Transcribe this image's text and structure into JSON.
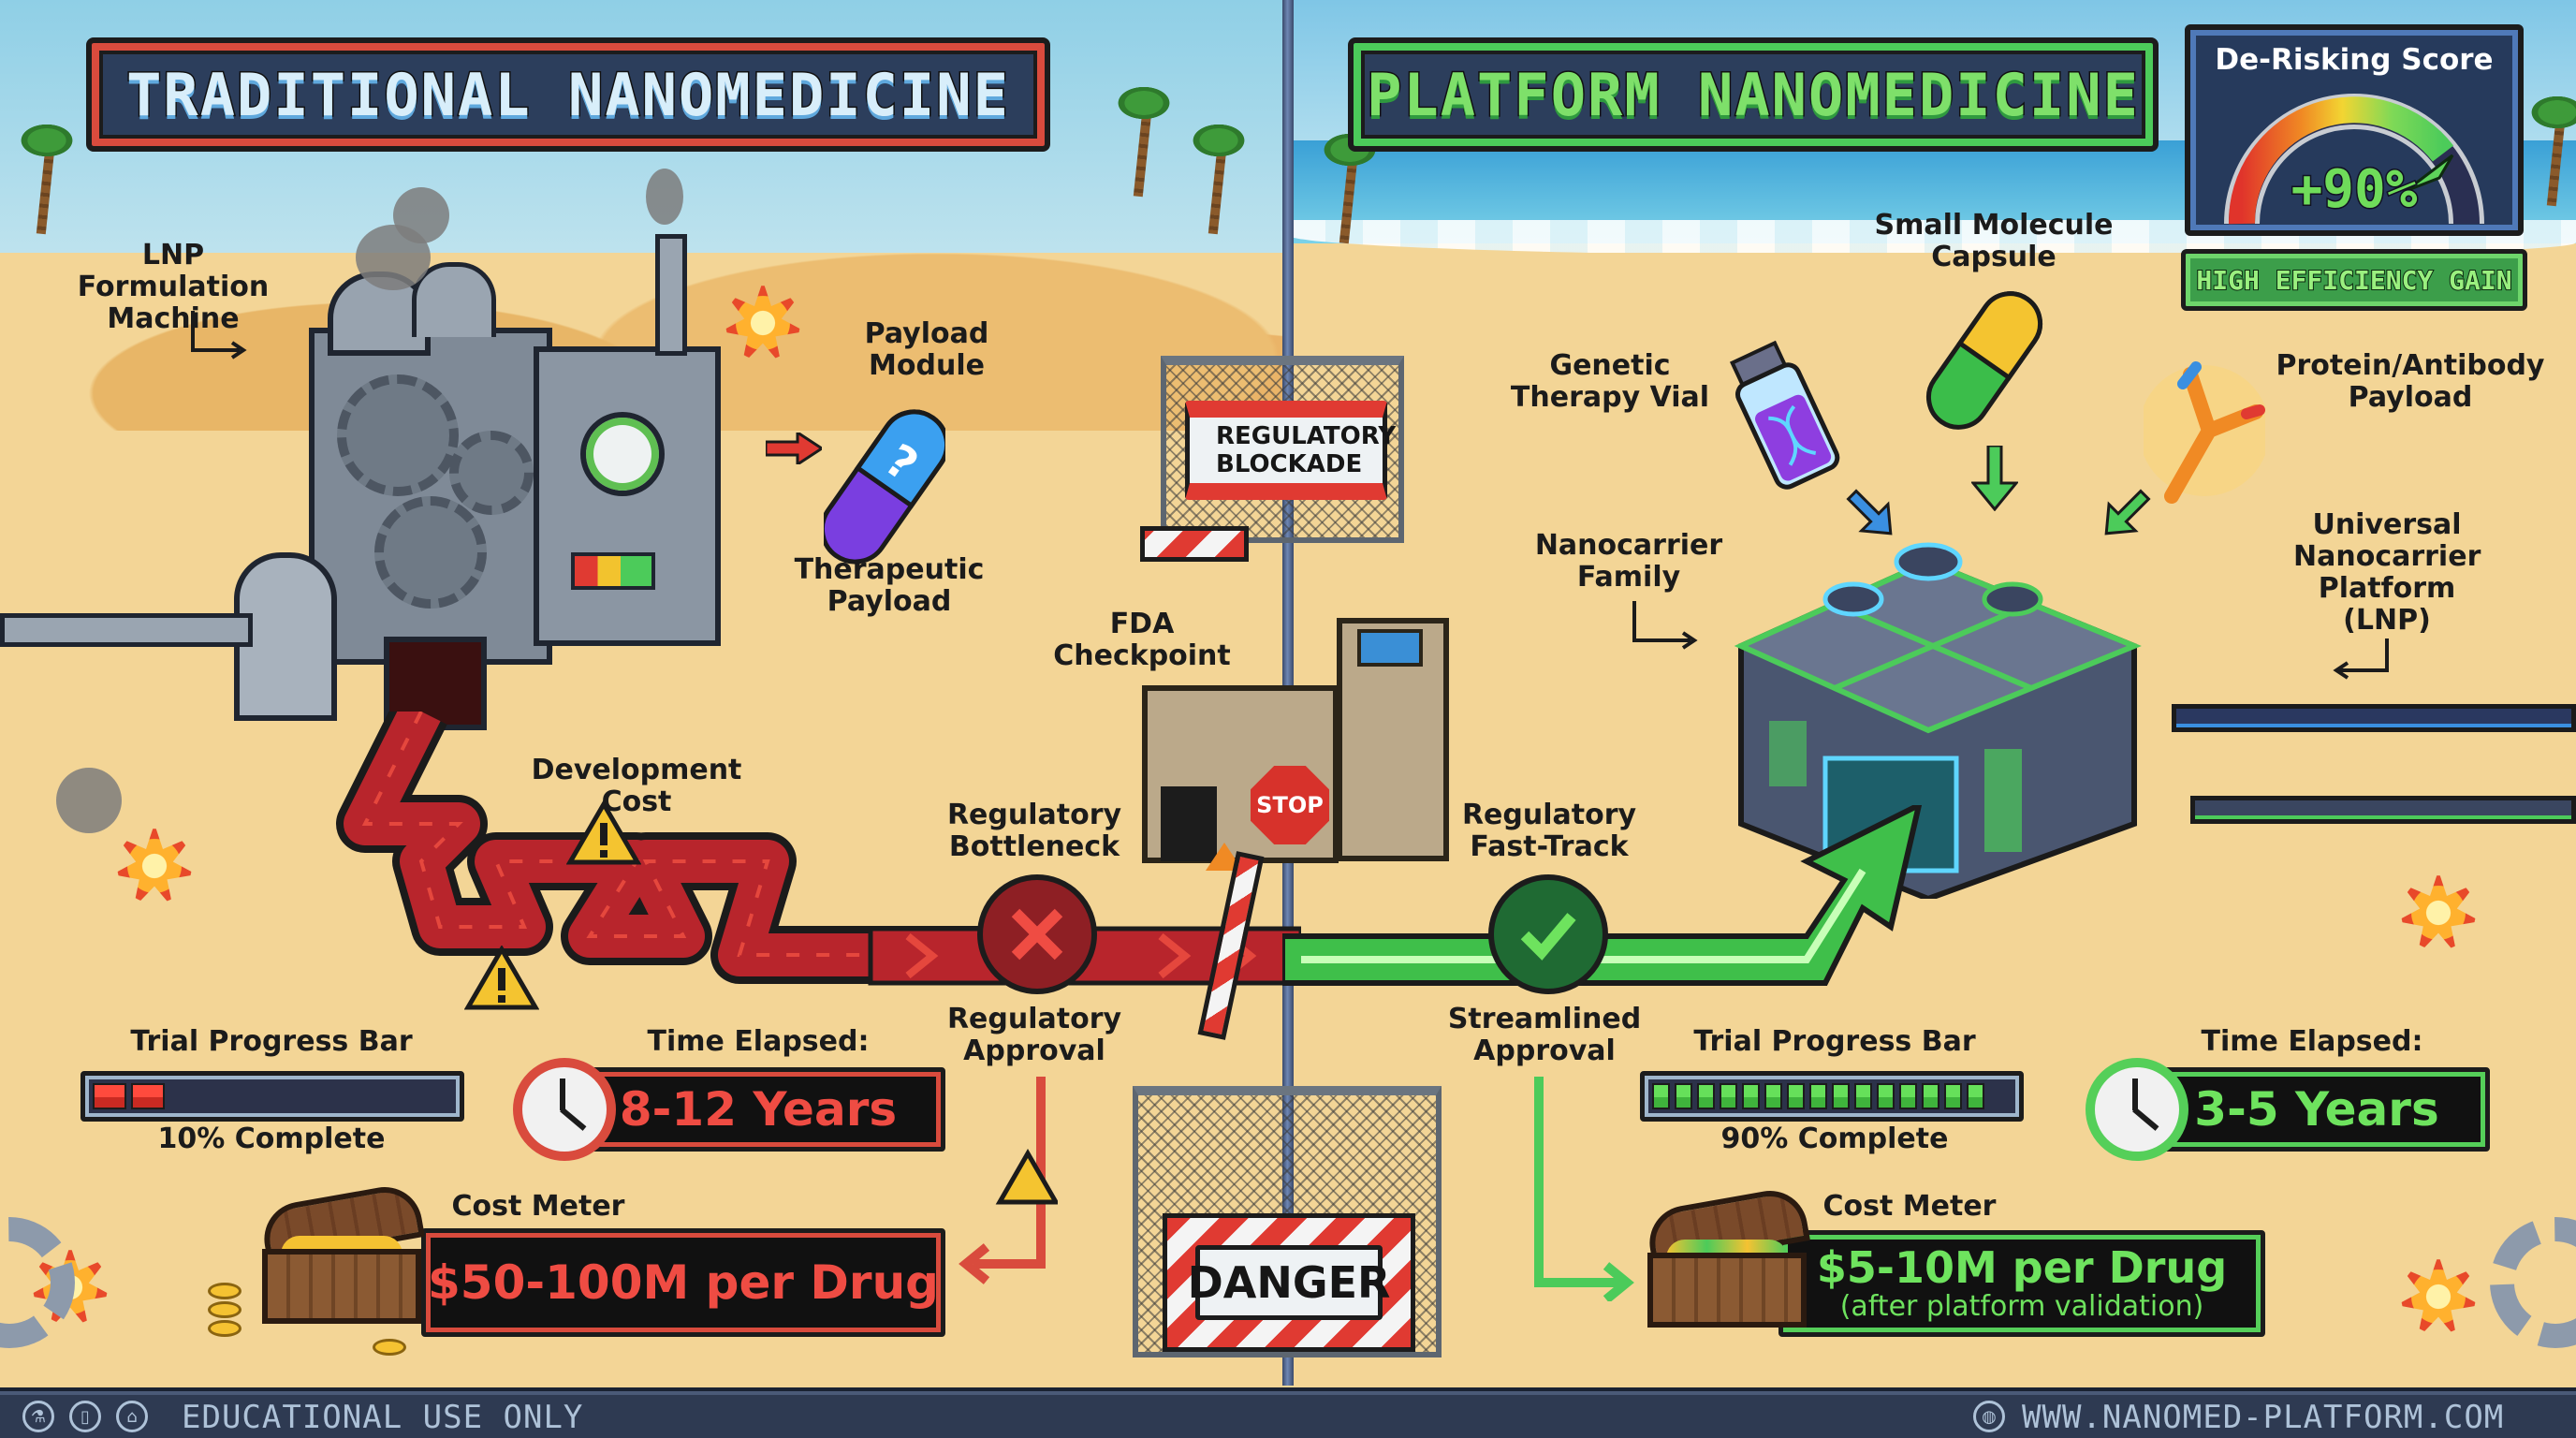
{
  "left": {
    "title": "TRADITIONAL NANOMEDICINE",
    "machine_label": "LNP Formulation Machine",
    "payload_module_label": "Payload Module",
    "therapeutic_payload_label": "Therapeutic Payload",
    "payload_icon": "question-capsule-icon",
    "development_cost_label": "Development Cost",
    "bottleneck_label": "Regulatory Bottleneck",
    "approval_label": "Regulatory Approval",
    "approval_status_icon": "x-icon",
    "progress": {
      "label": "Trial Progress Bar",
      "percent": 10,
      "caption": "10% Complete",
      "segments_filled": 2,
      "segments_total": 17,
      "color": "#ff4a3d"
    },
    "time": {
      "label": "Time Elapsed:",
      "value": "8-12 Years",
      "color": "#ef4c43"
    },
    "cost": {
      "label": "Cost Meter",
      "value": "$50-100M per Drug",
      "color": "#ef4c43"
    }
  },
  "center": {
    "blockade_sign": "REGULATORY BLOCKADE",
    "checkpoint_label": "FDA Checkpoint",
    "stop_sign": "STOP",
    "danger_sign": "DANGER"
  },
  "right": {
    "title": "PLATFORM NANOMEDICINE",
    "small_molecule_label": "Small Molecule Capsule",
    "genetic_label": "Genetic Therapy Vial",
    "protein_label": "Protein/Antibody Payload",
    "nanocarrier_family_label": "Nanocarrier Family",
    "universal_platform_label": "Universal Nanocarrier Platform (LNP)",
    "fast_track_label": "Regulatory Fast-Track",
    "streamlined_label": "Streamlined Approval",
    "approval_status_icon": "check-icon",
    "progress": {
      "label": "Trial Progress Bar",
      "percent": 90,
      "caption": "90% Complete",
      "segments_filled": 15,
      "segments_total": 17,
      "color": "#66e05a"
    },
    "time": {
      "label": "Time Elapsed:",
      "value": "3-5 Years",
      "color": "#6ee35e"
    },
    "cost": {
      "label": "Cost Meter",
      "value": "$5-10M per Drug",
      "note": "(after platform validation)",
      "color": "#6ee35e"
    }
  },
  "gauge": {
    "title": "De-Risking Score",
    "value": "+90%",
    "percent": 90,
    "badge": "HIGH EFFICIENCY GAIN",
    "colors": [
      "#e0342b",
      "#f08a24",
      "#f2d532",
      "#7ed957",
      "#4ccb5a"
    ]
  },
  "footer": {
    "left_text": "EDUCATIONAL USE ONLY",
    "left_icons": [
      "flask-icon",
      "bottle-icon",
      "lab-building-icon"
    ],
    "right_text": "WWW.NANOMED-PLATFORM.COM",
    "right_icon": "globe-icon"
  },
  "colors": {
    "sand": "#f3d596",
    "traditional_red": "#d94b3d",
    "platform_green": "#4ccb5a",
    "panel_navy": "#2c3e5c"
  }
}
